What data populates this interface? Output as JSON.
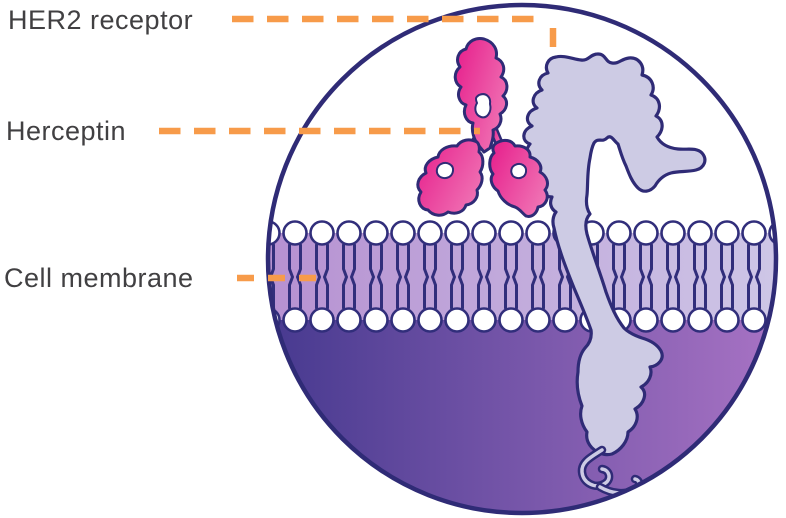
{
  "labels": {
    "her2": "HER2 receptor",
    "herceptin": "Herceptin",
    "membrane": "Cell membrane"
  },
  "colors": {
    "background": "#FFFFFF",
    "outline_navy": "#2F2B76",
    "leader_orange": "#F79B4A",
    "label_text": "#414042",
    "antibody_pink_dark": "#E7238E",
    "antibody_pink_light": "#F077B6",
    "receptor_lavender": "#CDCBE4",
    "membrane_band_left": "#B690D1",
    "membrane_band_right": "#CEC7E7",
    "cell_interior_left": "#46398F",
    "cell_interior_right": "#A873C4",
    "lipid_head": "#FFFFFF"
  }
}
